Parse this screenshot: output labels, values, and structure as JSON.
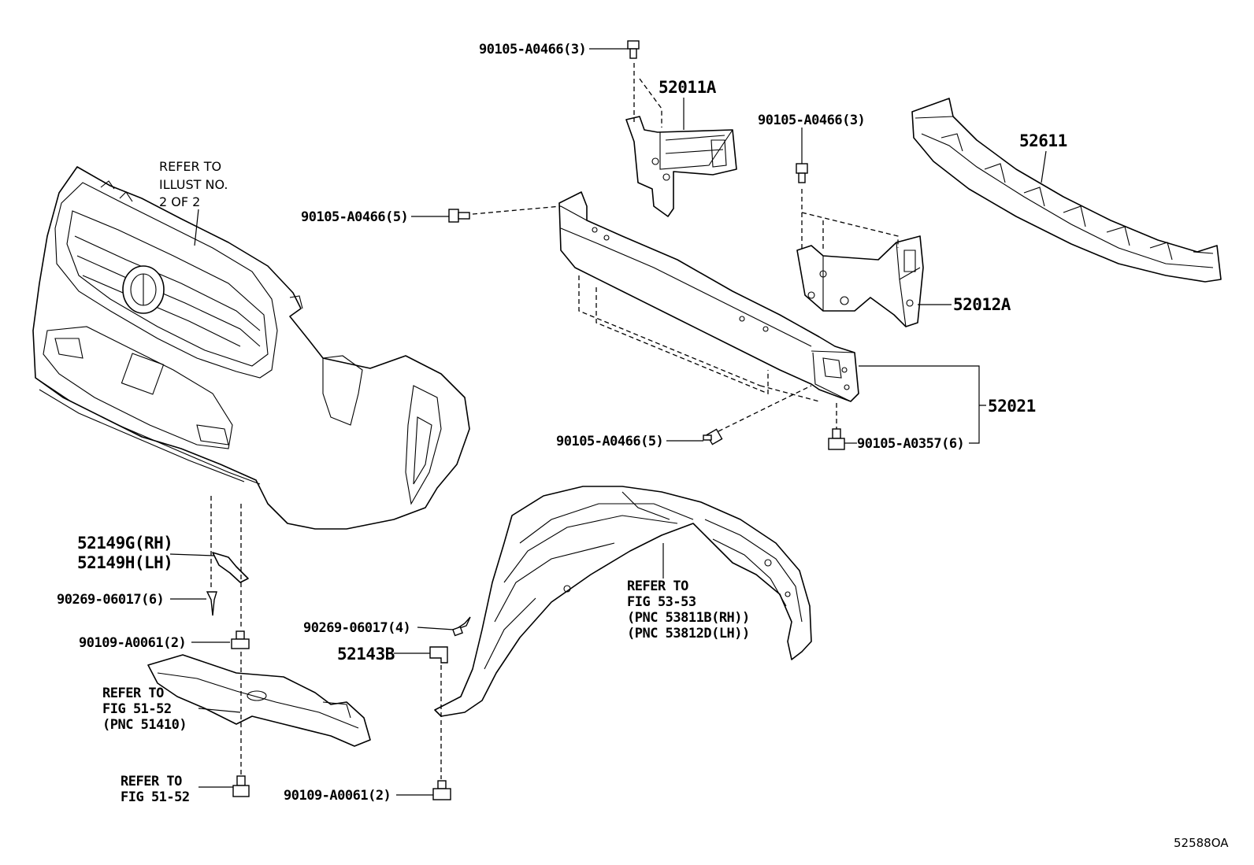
{
  "labels": {
    "bolt_top_52011a": "90105-A0466(3)",
    "part_52011a": "52011A",
    "bolt_top_52012a": "90105-A0466(3)",
    "part_52611": "52611",
    "refer_grille_line1": "REFER TO",
    "refer_grille_line2": "ILLUST NO.",
    "refer_grille_line3": "2 OF 2",
    "bolt_left_reinforcement": "90105-A0466(5)",
    "part_52012a": "52012A",
    "part_52021": "52021",
    "bolt_lower_reinforcement": "90105-A0466(5)",
    "bolt_lower_right": "90105-A0357(6)",
    "part_52149g": "52149G(RH)",
    "part_52149h": "52149H(LH)",
    "clip_90269_left": "90269-06017(6)",
    "bolt_90109_upper": "90109-A0061(2)",
    "refer_undercover_line1": "REFER TO",
    "refer_undercover_line2": "FIG 51-52",
    "refer_undercover_line3": "(PNC 51410)",
    "refer_bottom_line1": "REFER TO",
    "refer_bottom_line2": "FIG 51-52",
    "clip_90269_liner": "90269-06017(4)",
    "part_52143b": "52143B",
    "bolt_90109_lower": "90109-A0061(2)",
    "refer_liner_line1": "REFER TO",
    "refer_liner_line2": "FIG 53-53",
    "refer_liner_line3": "(PNC 53811B(RH))",
    "refer_liner_line4": "(PNC 53812D(LH))",
    "illustration_id": "52588OA"
  }
}
